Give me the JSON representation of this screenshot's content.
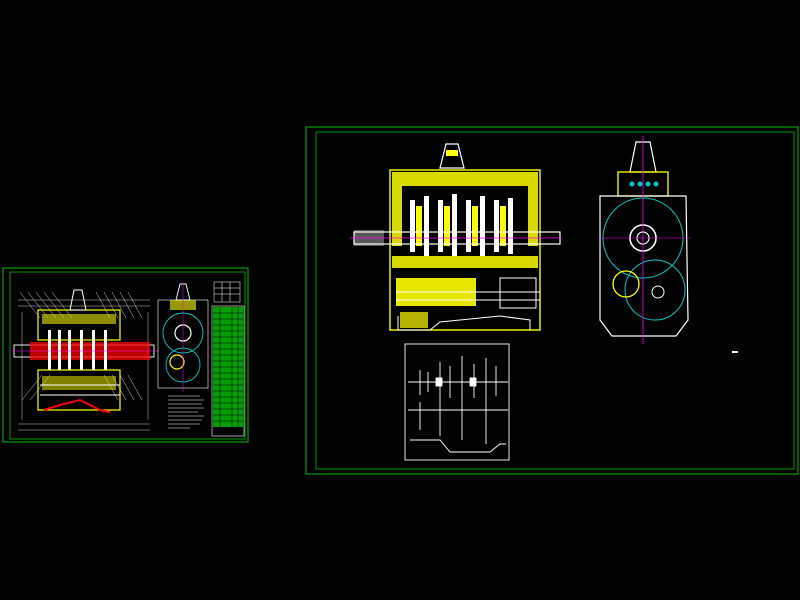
{
  "colors": {
    "background": "#000000",
    "frame": "#00c000",
    "outline": "#ffffff",
    "housing": "#ffff00",
    "shaft": "#ffffff",
    "centerline": "#ff00ff",
    "gear_circle": "#00c8c8",
    "section_hatch": "#ff0000",
    "table_fill": "#00a000",
    "dimension": "#ffffff"
  },
  "sheets": [
    {
      "name": "small-assembly-sheet",
      "views": [
        "longitudinal-section",
        "end-view",
        "parts-table",
        "technical-notes"
      ]
    },
    {
      "name": "large-assembly-sheet",
      "views": [
        "longitudinal-section",
        "end-view",
        "transmission-schematic"
      ]
    }
  ],
  "icons": [
    "cad-drawing-sheet",
    "gearbox-section",
    "gear-circle"
  ]
}
